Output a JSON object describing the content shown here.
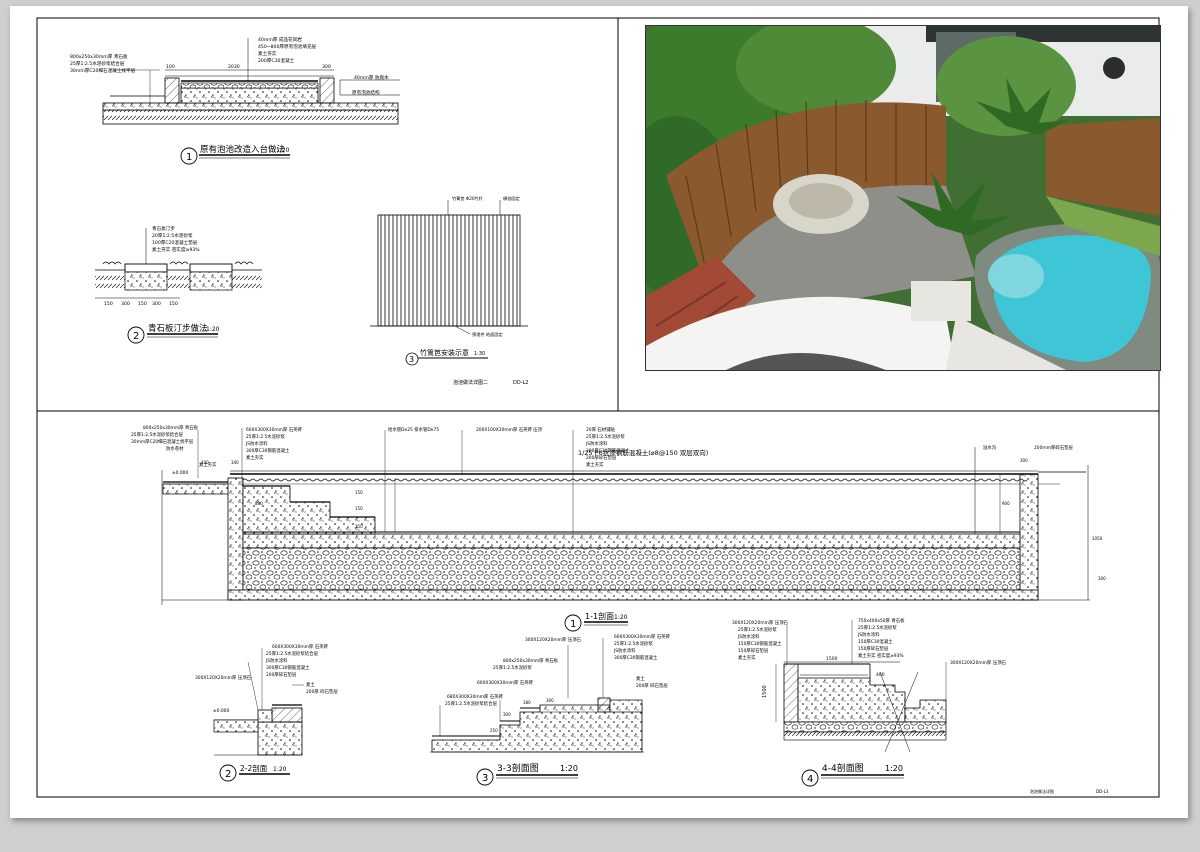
{
  "colors": {
    "line": "#000000",
    "paper": "#ffffff",
    "frame_bg": "#cfcfcf",
    "pool_water": "#3ec6d6",
    "stone": "#8d8f88",
    "fence": "#8a5a2e",
    "foliage": "#3f7a2f"
  },
  "detail1": {
    "num": "1",
    "title": "原有泡池改造入台做法",
    "scale": "1:20",
    "labels_left": [
      "800x250x30mm厚 青石板",
      "25厚1:2.5水泥砂浆结合层",
      "30mm厚C20细石混凝土找平层"
    ],
    "labels_top": [
      "40mm厚 成品花岗岩",
      "450~800厚原有泡池填充层",
      "素土夯实",
      "200厚C30混凝土"
    ],
    "dims": [
      "100",
      "2030",
      "300"
    ],
    "labels_right": [
      "40mm厚 防腐木",
      "原有泡池结构"
    ]
  },
  "detail2": {
    "num": "2",
    "title": "青石板汀步做法",
    "scale": "1:20",
    "labels_top": [
      "青石板汀步",
      "20厚1:2.5水泥砂浆",
      "100厚C20混凝土垫层",
      "素土夯实 密实度≥93%"
    ],
    "dims": [
      "150",
      "300",
      "150",
      "300",
      "150"
    ]
  },
  "detail3": {
    "num": "3",
    "title": "竹篱笆安装示意",
    "scale": "1:30",
    "labels_top": [
      "竹篱笆 Φ20竹杆",
      "横档固定"
    ],
    "labels_bottom": [
      "预埋件 地面固定"
    ]
  },
  "sheet_note": {
    "name": "泡池做法详图二",
    "code": "DD-L2"
  },
  "section11": {
    "num": "1",
    "title": "1-1剖面",
    "scale": "1:20",
    "labels_left": [
      "800x250x30mm厚 青石板",
      "25厚1:2.5水泥砂浆结合层",
      "30mm厚C20细石混凝土找平层",
      "防水卷材",
      "素土夯实"
    ],
    "labels_mid": [
      "600X300X30mm厚 石英砖",
      "25厚1:2.5水泥砂浆",
      "JS防水涂料",
      "300厚C30钢筋混凝土",
      "素土夯实"
    ],
    "label_pipe": "给水管De25 排水管De75",
    "label_coping": "200X100X30mm厚 石英砖 压顶",
    "labels_struct": [
      "20厚 石材铺贴",
      "25厚1:2.5水泥砂浆",
      "JS防水涂料",
      "300厚C30钢筋混凝土",
      "200厚碎石垫层",
      "素土夯实"
    ],
    "callout": "1/25 P6抗渗钢筋混凝土(⌀8@150 双层双向)",
    "labels_right": [
      "溢水沟",
      "200mm厚碎石垫层"
    ],
    "dims": [
      "100",
      "340",
      "880",
      "250",
      "150",
      "150",
      "300",
      "900",
      "1050",
      "300"
    ],
    "elev": "±0.000"
  },
  "section22": {
    "num": "2",
    "title": "2-2剖面",
    "scale": "1:20",
    "elev": "±0.000",
    "labels": [
      "600X300X30mm厚 石英砖",
      "25厚1:2.5水泥砂浆结合层",
      "JS防水涂料",
      "300厚C30钢筋混凝土",
      "200厚碎石垫层",
      "300X120X20mm厚 压顶石",
      "素土",
      "200厚 碎石垫层"
    ]
  },
  "section33": {
    "num": "3",
    "title": "3-3剖面图",
    "scale": "1:20",
    "labels_left": [
      "300X120X20mm厚 压顶石",
      "800x250x30mm厚 青石板",
      "25厚1:2.5水泥砂浆",
      "600X300X30mm厚 石英砖",
      "680X300X30mm厚 石英砖",
      "25厚1:2.5水泥砂浆结合层"
    ],
    "labels_right": [
      "600X300X30mm厚 石英砖",
      "25厚1:2.5水泥砂浆",
      "JS防水涂料",
      "300厚C30钢筋混凝土",
      "素土",
      "200厚 碎石垫层"
    ],
    "dims": [
      "300",
      "180",
      "250",
      "300"
    ]
  },
  "section44": {
    "num": "4",
    "title": "4-4剖面图",
    "scale": "1:20",
    "labels_left": [
      "300X120X20mm厚 压顶石",
      "25厚1:2.5水泥砂浆",
      "JS防水涂料",
      "150厚C30钢筋混凝土",
      "150厚碎石垫层",
      "素土夯实"
    ],
    "labels_mid": [
      "750x400x50厚 青石板",
      "25厚1:2.5水泥砂浆",
      "JS防水涂料",
      "150厚C30混凝土",
      "150厚碎石垫层",
      "素土夯实 密实度≥93%"
    ],
    "label_right": "300X120X20mm厚 压顶石",
    "dims": [
      "1500",
      "1500",
      "400"
    ]
  },
  "footer": {
    "name": "泡池做法详图",
    "code": "DD-L3"
  }
}
